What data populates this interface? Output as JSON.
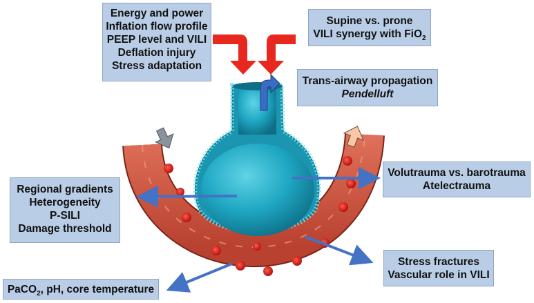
{
  "boxes": {
    "ventilator": [
      "Energy and power",
      "Inflation flow profile",
      "PEEP level and VILI",
      "Deflation injury",
      "Stress adaptation"
    ],
    "position": {
      "line1": "Supine vs. prone",
      "line2_prefix": "VILI synergy with FiO",
      "line2_sub": "2"
    },
    "airway": {
      "line1": "Trans-airway propagation",
      "line2": "Pendelluft"
    },
    "alveolar": [
      "Volutrauma vs. barotrauma",
      "Atelectrauma"
    ],
    "regional": [
      "Regional gradients",
      "Heterogeneity",
      "P-SILI",
      "Damage threshold"
    ],
    "vascular": [
      "Stress fractures",
      "Vascular role in VILI"
    ],
    "blood": {
      "prefix": "PaCO",
      "sub": "2",
      "suffix": ", pH, core temperature"
    }
  },
  "colors": {
    "box_fill": "#b9cde6",
    "red_arrow": "#e8281e",
    "blue_arrow": "#4472c4",
    "alveolus": "#1fa9c4",
    "vessel": "#d05a44",
    "rbc": "#e0201c"
  }
}
